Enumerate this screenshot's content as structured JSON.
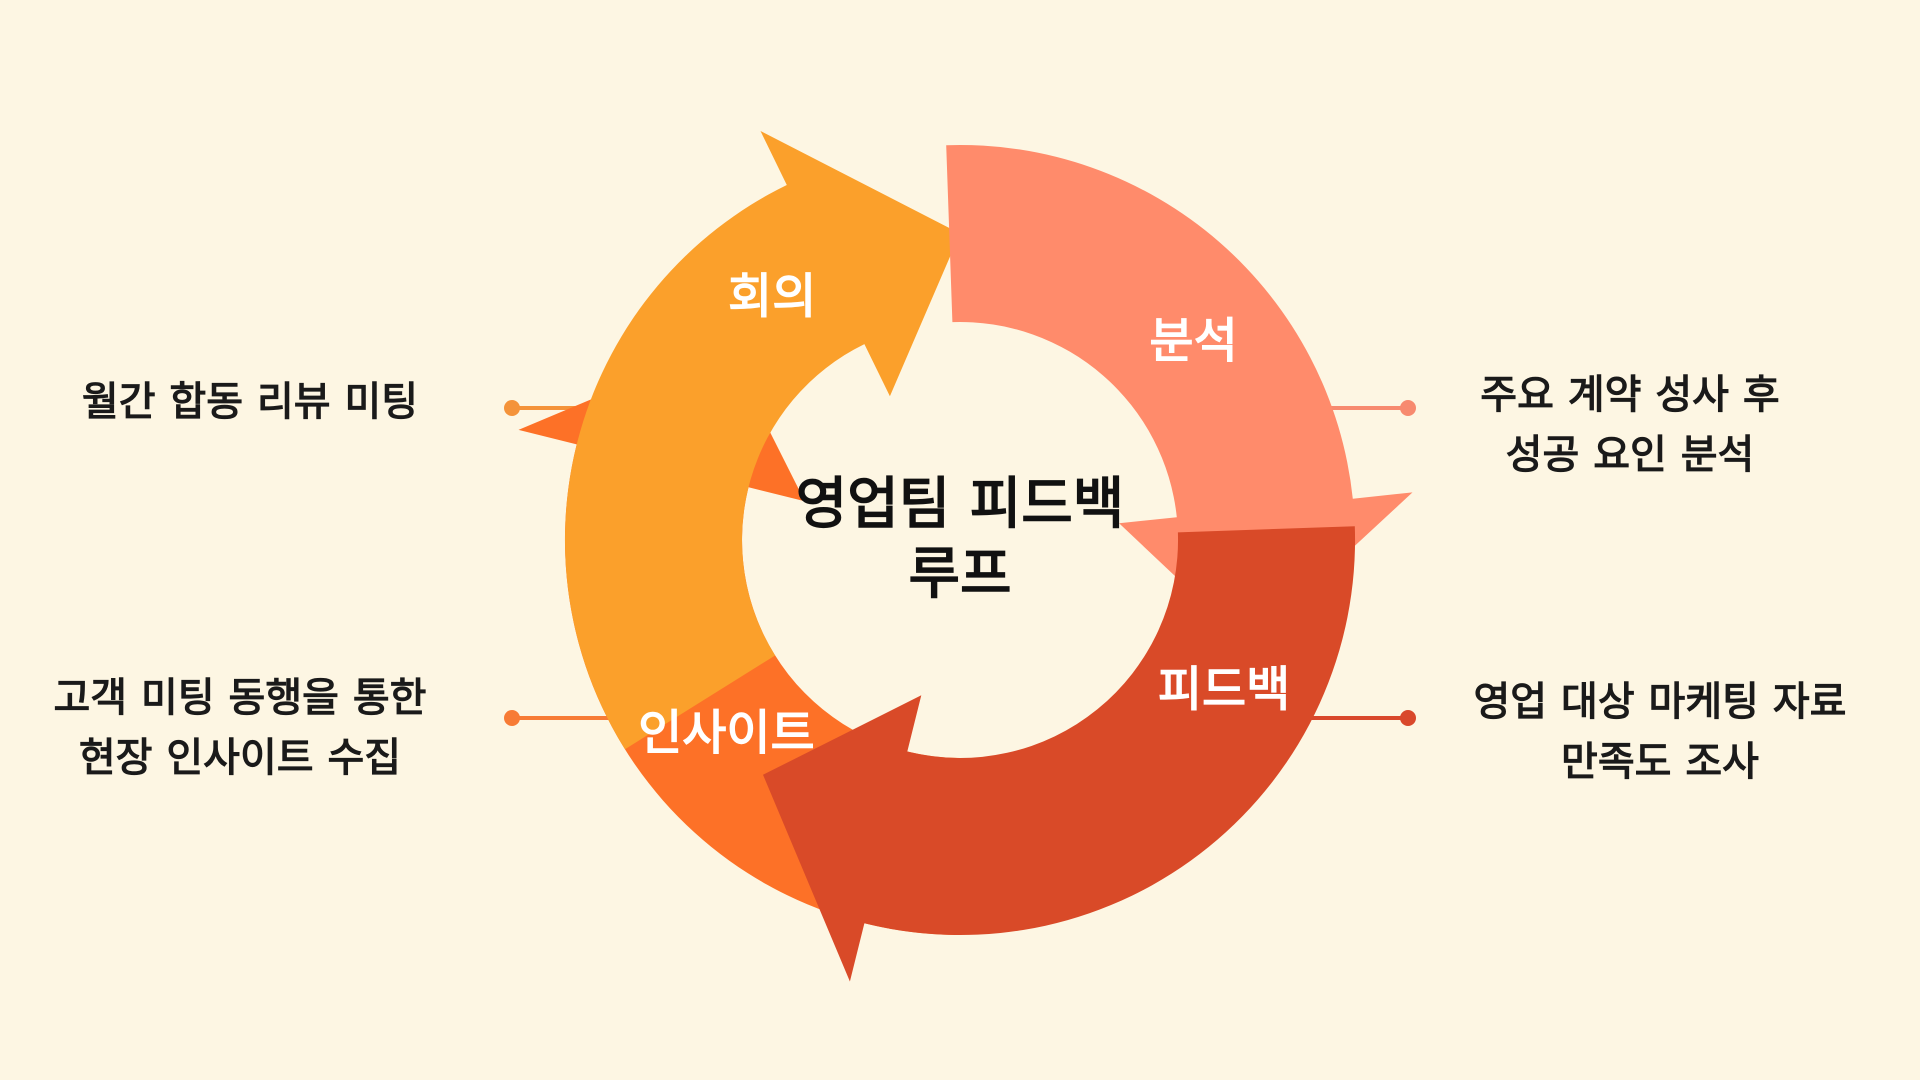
{
  "title": {
    "line1": "영업팀 피드백",
    "line2": "루프"
  },
  "segments": [
    {
      "label": "회의",
      "color": "#fba02b"
    },
    {
      "label": "분석",
      "color": "#ff8b6b"
    },
    {
      "label": "피드백",
      "color": "#d94a28"
    },
    {
      "label": "인사이트",
      "color": "#fd7127"
    }
  ],
  "notes": {
    "left_top": {
      "lines": [
        "월간 합동 리뷰 미팅"
      ],
      "dot_color": "#f4933a"
    },
    "right_top": {
      "lines": [
        "주요 계약 성사 후",
        "성공 요인 분석"
      ],
      "dot_color": "#f78a6f"
    },
    "right_bottom": {
      "lines": [
        "영업 대상 마케팅 자료",
        "만족도 조사"
      ],
      "dot_color": "#d9482b"
    },
    "left_bottom": {
      "lines": [
        "고객 미팅 동행을 통한",
        "현장 인사이트 수집"
      ],
      "dot_color": "#f77b35"
    }
  }
}
